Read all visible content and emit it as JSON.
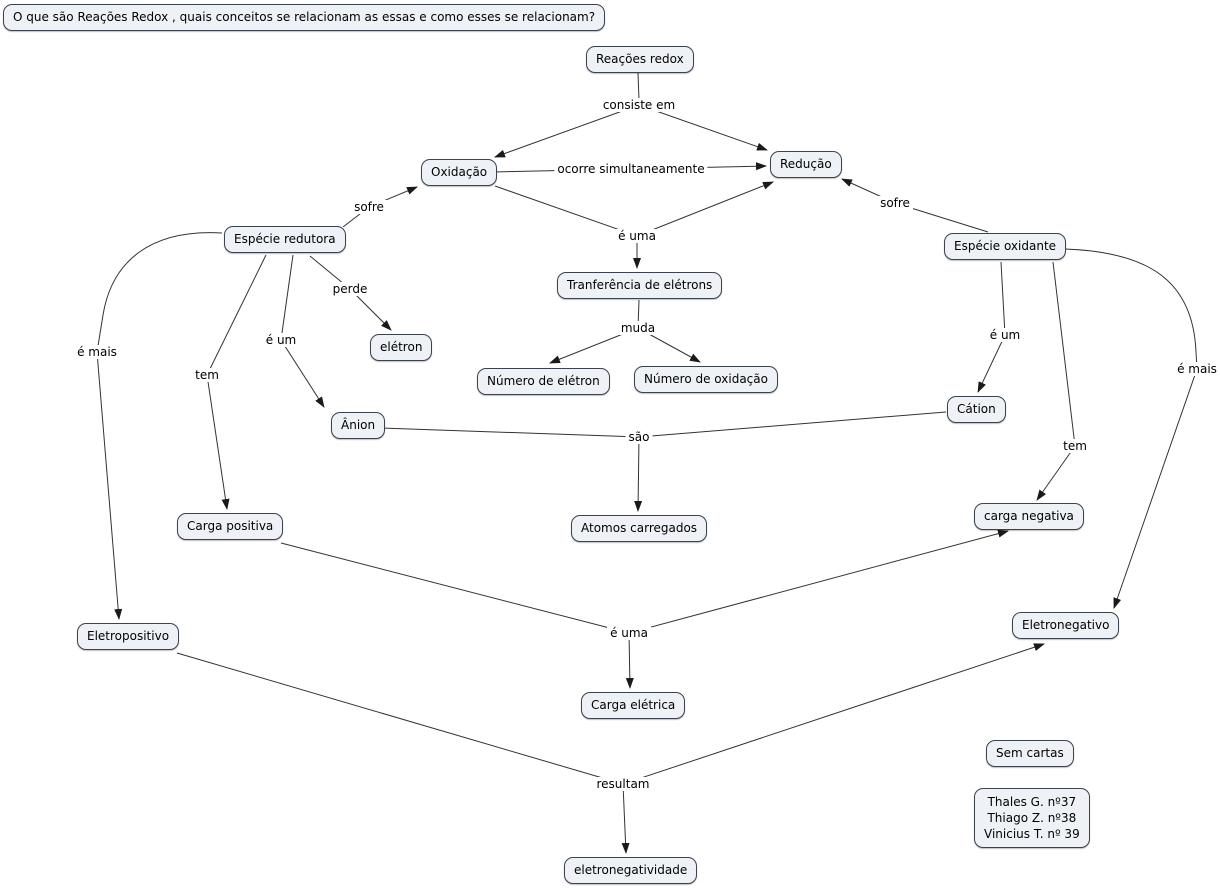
{
  "question": {
    "label": "O que são Reações Redox , quais conceitos se relacionam as essas e como esses se relacionam?"
  },
  "nodes": {
    "reacoes_redox": {
      "label": "Reações redox"
    },
    "oxidacao": {
      "label": "Oxidação"
    },
    "reducao": {
      "label": "Redução"
    },
    "especie_redutora": {
      "label": "Espécie redutora"
    },
    "especie_oxidante": {
      "label": "Espécie oxidante"
    },
    "transferencia": {
      "label": "Tranferência de elétrons"
    },
    "eletron": {
      "label": "elétron"
    },
    "numero_eletron": {
      "label": "Número de elétron"
    },
    "numero_oxidacao": {
      "label": "Número de oxidação"
    },
    "anion": {
      "label": "Ânion"
    },
    "cation": {
      "label": "Cátion"
    },
    "carga_positiva": {
      "label": "Carga positiva"
    },
    "atomos_carregados": {
      "label": "Atomos carregados"
    },
    "carga_negativa": {
      "label": "carga negativa"
    },
    "eletropositivo": {
      "label": "Eletropositivo"
    },
    "eletronegativo": {
      "label": "Eletronegativo"
    },
    "carga_eletrica": {
      "label": "Carga elétrica"
    },
    "eletronegatividade": {
      "label": "eletronegatividade"
    }
  },
  "edge_labels": {
    "consiste_em": "consiste em",
    "ocorre_simultaneamente": "ocorre simultaneamente",
    "sofre_left": "sofre",
    "sofre_right": "sofre",
    "e_uma_top": "é uma",
    "perde": "perde",
    "muda": "muda",
    "e_um_left": "é um",
    "e_um_right": "é um",
    "e_mais_left": "é mais",
    "e_mais_right": "é mais",
    "tem_left": "tem",
    "tem_right": "tem",
    "sao": "são",
    "e_uma_bottom": "é uma",
    "resultam": "resultam"
  },
  "annotations": {
    "sem_cartas": "Sem cartas",
    "authors": {
      "line1": "Thales G. nº37",
      "line2": "Thiago Z. nº38",
      "line3": "Vinicius T. nº 39"
    }
  },
  "colors": {
    "node_fill": "#eef2f6",
    "node_border": "#39424e",
    "line": "#333333",
    "background": "#ffffff"
  }
}
